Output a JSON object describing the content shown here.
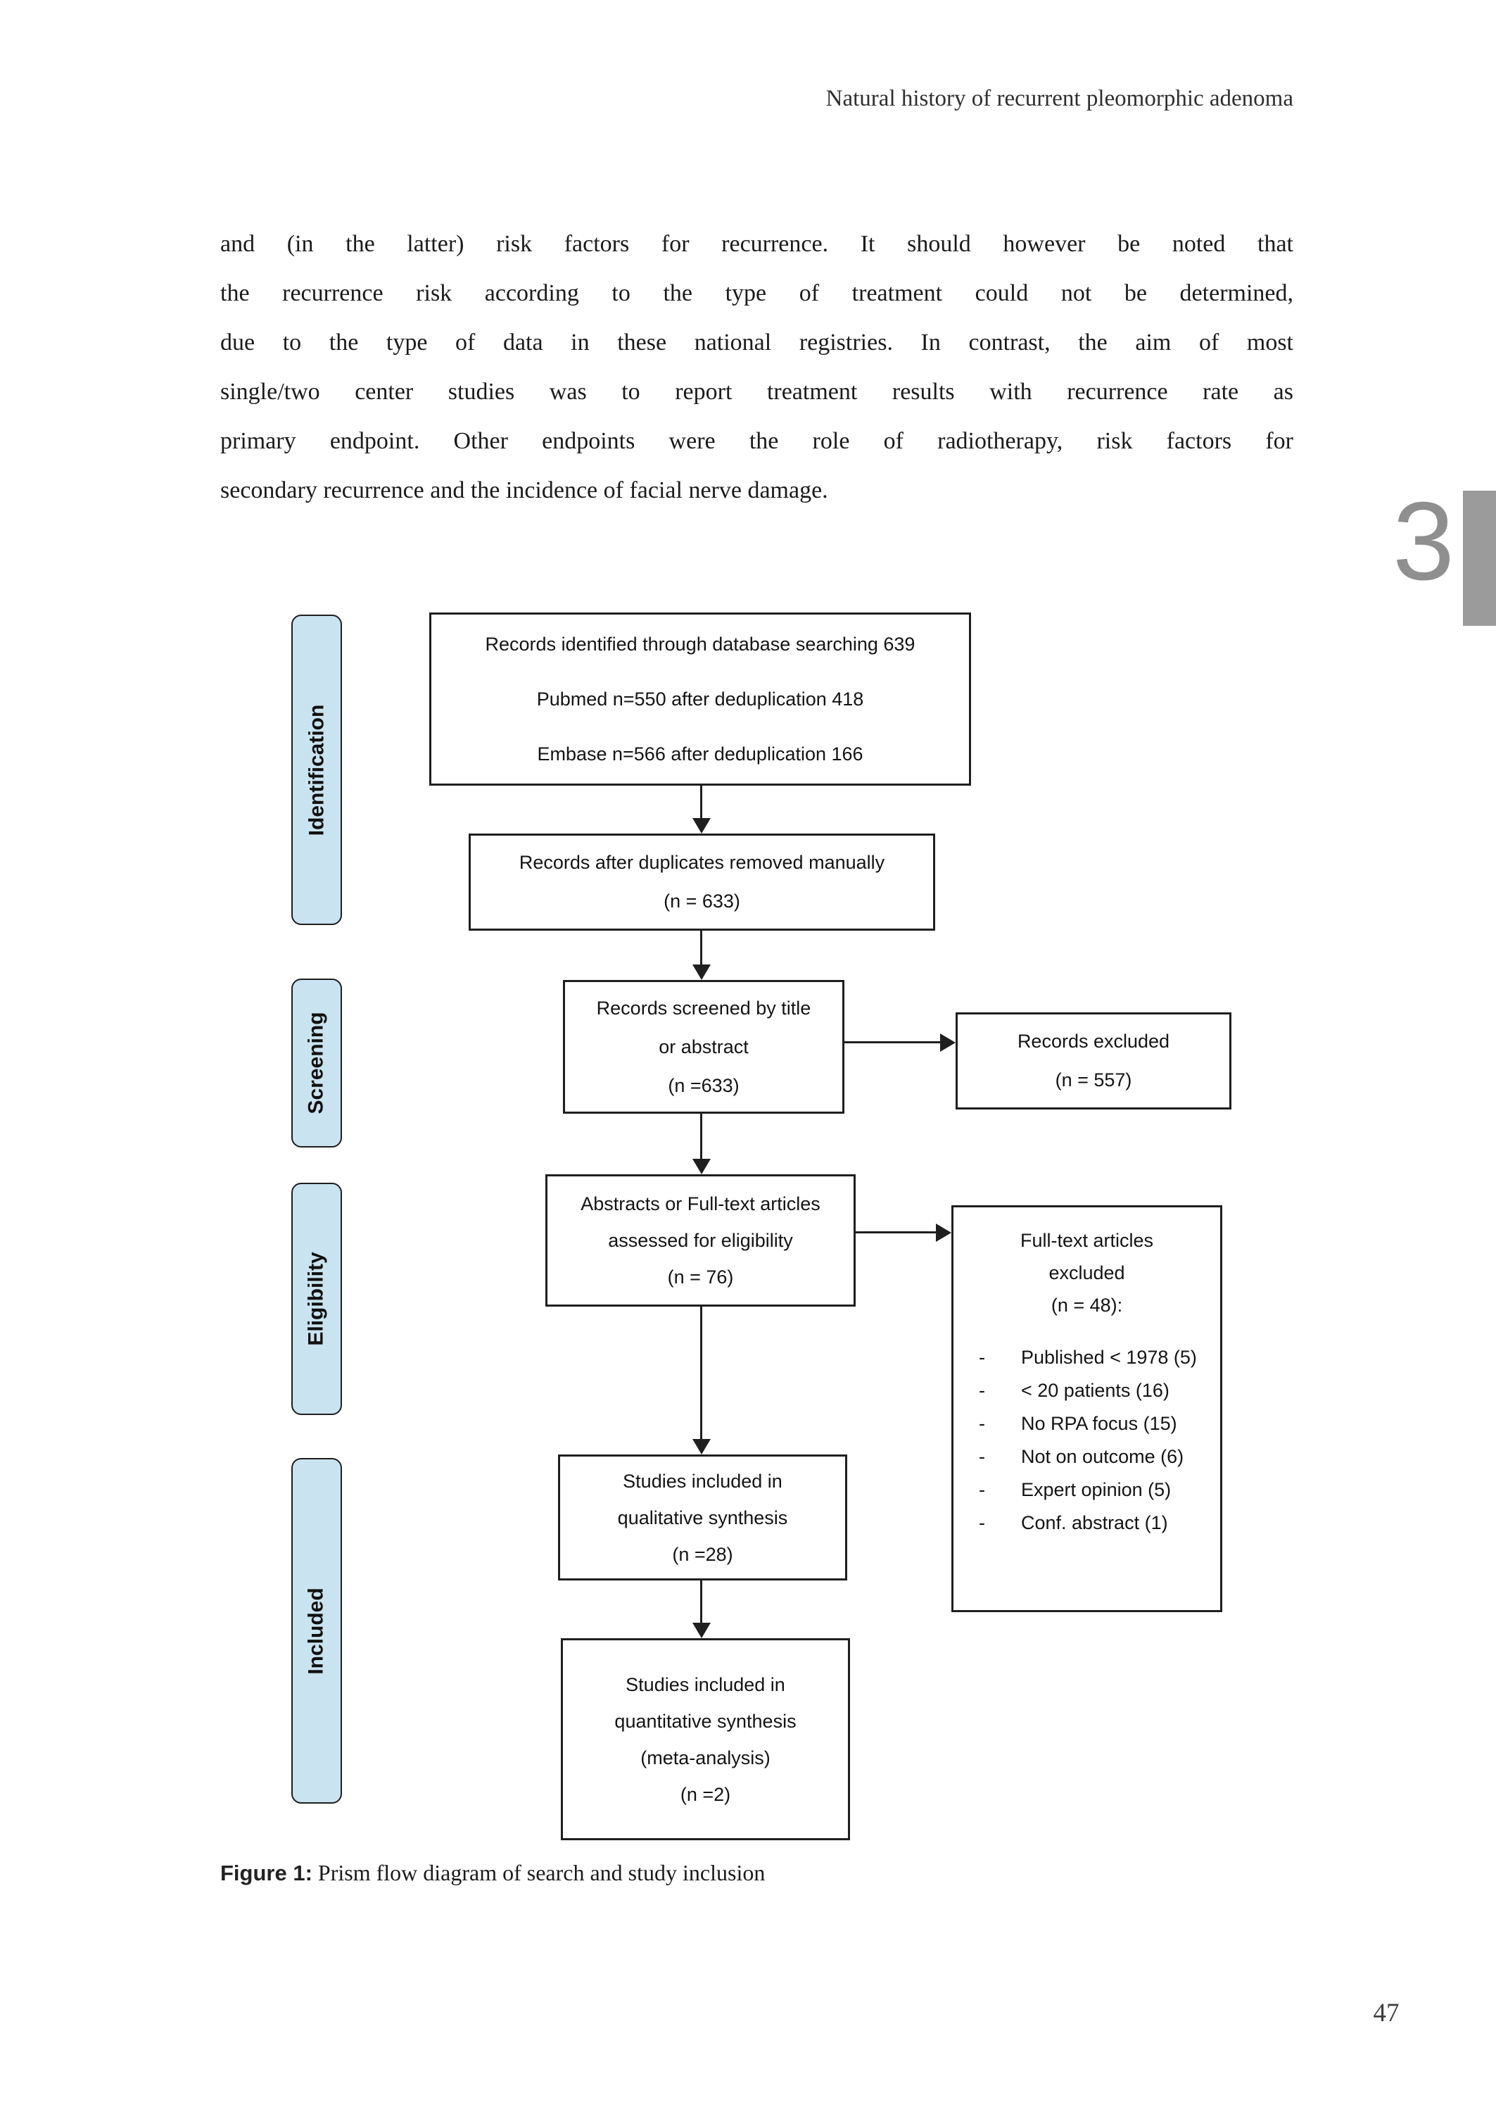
{
  "page": {
    "running_header": "Natural history of recurrent pleomorphic adenoma",
    "chapter_number": "3",
    "page_number": "47",
    "paragraph_lines": [
      "and (in the latter) risk factors for recurrence. It should however be noted that",
      "the recurrence risk according to the type of treatment could not be determined,",
      "due to the type of data in these national registries. In contrast, the aim of most",
      "single/two center studies was to report treatment results with recurrence rate as",
      "primary endpoint. Other endpoints were the role of radiotherapy, risk factors for",
      "secondary recurrence and the incidence of facial nerve damage."
    ],
    "figure_caption": {
      "label": "Figure 1:",
      "text": "Prism flow diagram of search and study inclusion"
    }
  },
  "diagram": {
    "stage_labels": [
      "Identification",
      "Screening",
      "Eligibility",
      "Included"
    ],
    "colors": {
      "stage_fill": "#c9e3f0",
      "box_border": "#1f1f1f",
      "chapter_tab_gray": "#9b9b9b",
      "chapter_number_gray": "#8f8f8f"
    },
    "boxes": {
      "identified": {
        "lines": [
          "Records identified through database searching 639",
          "Pubmed n=550 after deduplication 418",
          "Embase n=566 after deduplication 166"
        ]
      },
      "deduplicated": {
        "lines": [
          "Records after duplicates removed manually",
          "(n = 633)"
        ]
      },
      "screened": {
        "lines": [
          "Records screened by title",
          "or abstract",
          "(n =633)"
        ]
      },
      "records_excluded": {
        "lines": [
          "Records excluded",
          "(n = 557)"
        ]
      },
      "assessed": {
        "lines": [
          "Abstracts or Full-text articles",
          "assessed for eligibility",
          "(n = 76)"
        ]
      },
      "fulltext_excluded": {
        "title_lines": [
          "Full-text articles",
          "excluded",
          "(n = 48):"
        ],
        "bullet_char": "-",
        "reasons": [
          "Published < 1978 (5)",
          "< 20 patients (16)",
          "No RPA focus (15)",
          "Not on outcome (6)",
          "Expert opinion (5)",
          "Conf. abstract (1)"
        ]
      },
      "qualitative": {
        "lines": [
          "Studies included in",
          "qualitative synthesis",
          "(n =28)"
        ]
      },
      "quantitative": {
        "lines": [
          "Studies included in",
          "quantitative synthesis",
          "(meta-analysis)",
          "(n =2)"
        ]
      }
    }
  }
}
